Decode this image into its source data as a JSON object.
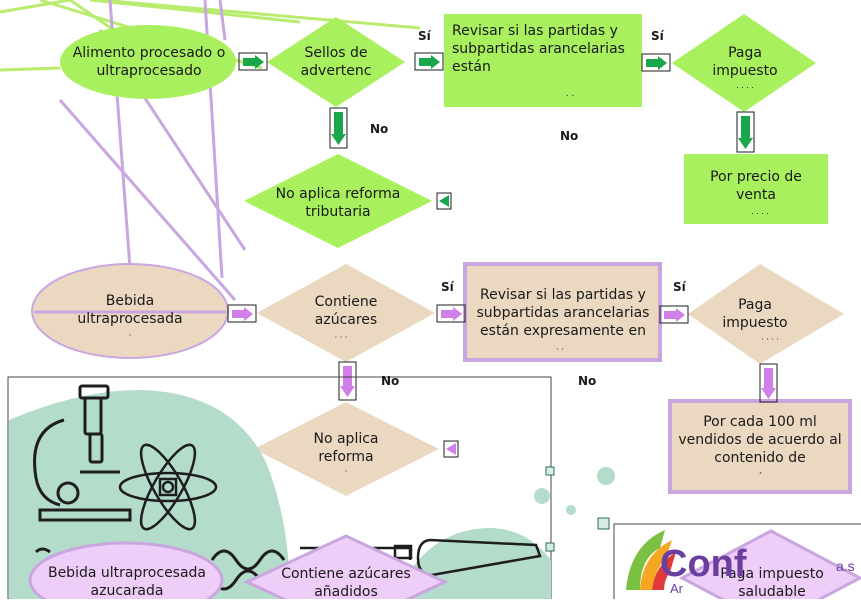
{
  "colors": {
    "green": "#a9f05e",
    "green_arrow": "#1aa64a",
    "tan": "#ead8c0",
    "purple": "#c9a6e0",
    "purple_fill": "#eecdf8",
    "teal": "#b3dccb"
  },
  "green_row": {
    "start": "Alimento procesado o ultraprocesado",
    "decision1": "Sellos de advertenc",
    "process1": "Revisar si las partidas y subpartidas arancelarias están",
    "process1_fragment": ". .",
    "decision2": "Paga impuesto",
    "decision2_fragment": ". . . .",
    "result_no": "No aplica reforma tributaria",
    "result_price": "Por precio de venta",
    "result_price_fragment": ". . . .",
    "label_yes1": "Sí",
    "label_yes2": "Sí",
    "label_no1": "No",
    "label_no2": "No"
  },
  "tan_row": {
    "start": "Bebida ultraprocesada",
    "start_fragment": "·",
    "decision1": "Contiene azúcares",
    "decision1_fragment": "· · ·",
    "process1": "Revisar si las partidas y subpartidas arancelarias están expresamente en",
    "process1_fragment": "· ·",
    "decision2": "Paga impuesto",
    "decision2_fragment": "· · · ·",
    "result_no": "No aplica reforma",
    "result_no_fragment": "·",
    "result_ml": "Por cada 100 ml vendidos de acuerdo al contenido de",
    "result_ml_fragment": "´",
    "label_yes1": "Sí",
    "label_yes2": "Sí",
    "label_no1": "No",
    "label_no2": "No"
  },
  "bottom": {
    "beverage": "Bebida ultraprocesada azucarada",
    "sugar": "Contiene azúcares añadidos",
    "tax": "Paga impuesto saludable",
    "logo_text": "Conf",
    "logo_sub": "Ar",
    "logo_suffix": "a.s"
  }
}
